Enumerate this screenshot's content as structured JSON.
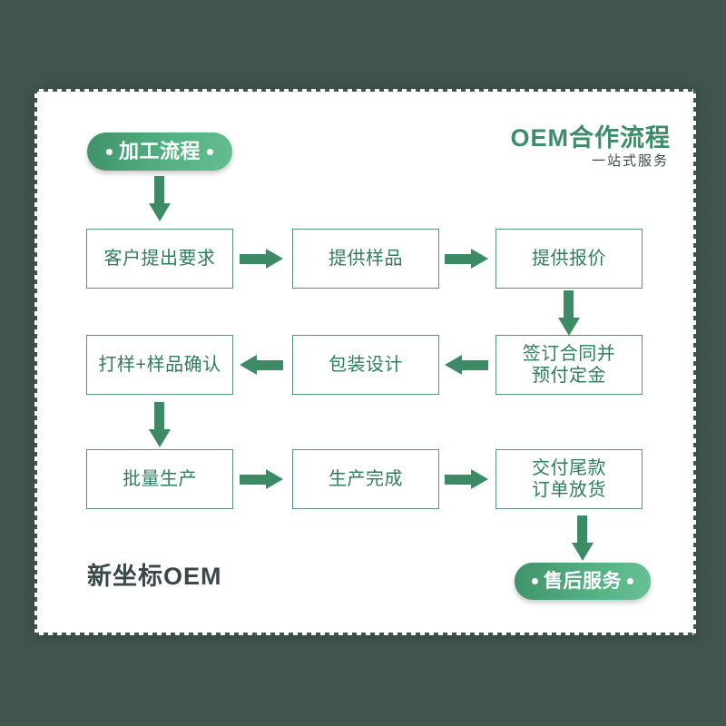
{
  "theme": {
    "page_background": "#41544e",
    "card_background": "#ffffff",
    "accent_green": "#3d8b66",
    "box_border": "#5d9079",
    "box_text": "#2f7d5c",
    "title_green": "#3e8d69",
    "brand_gray": "#39474a",
    "pill_gradient_from": "#3f9268",
    "pill_gradient_to": "#63bd90"
  },
  "header": {
    "badge": {
      "label": "加工流程",
      "left_dot": "bullet-dot-icon",
      "right_dot": "bullet-dot-icon"
    },
    "title": "OEM合作流程",
    "subtitle": "一站式服务"
  },
  "brand": {
    "label": "新坐标OEM"
  },
  "footer_badge": {
    "label": "售后服务",
    "left_dot": "bullet-dot-icon",
    "right_dot": "bullet-dot-icon"
  },
  "flow": {
    "row1": [
      {
        "id": "customer-request",
        "label": "客户提出要求"
      },
      {
        "id": "provide-sample",
        "label": "提供样品"
      },
      {
        "id": "provide-quote",
        "label": "提供报价"
      }
    ],
    "row2": [
      {
        "id": "proofing-sample-confirm",
        "label": "打样+样品确认"
      },
      {
        "id": "packaging-design",
        "label": "包装设计"
      },
      {
        "id": "sign-contract-deposit",
        "label": "签订合同并\n预付定金",
        "line1": "签订合同并",
        "line2": "预付定金"
      }
    ],
    "row3": [
      {
        "id": "mass-production",
        "label": "批量生产"
      },
      {
        "id": "production-complete",
        "label": "生产完成"
      },
      {
        "id": "final-payment-release",
        "label": "交付尾款\n订单放货",
        "line1": "交付尾款",
        "line2": "订单放货"
      }
    ],
    "connectors": [
      {
        "id": "badge-to-row1",
        "direction": "down"
      },
      {
        "id": "row1-a-to-b",
        "direction": "right"
      },
      {
        "id": "row1-b-to-c",
        "direction": "right"
      },
      {
        "id": "row1-to-row2",
        "direction": "down"
      },
      {
        "id": "row2-c-to-b",
        "direction": "left"
      },
      {
        "id": "row2-b-to-a",
        "direction": "left"
      },
      {
        "id": "row2-to-row3",
        "direction": "down"
      },
      {
        "id": "row3-a-to-b",
        "direction": "right"
      },
      {
        "id": "row3-b-to-c",
        "direction": "right"
      },
      {
        "id": "row3-to-footer-badge",
        "direction": "down"
      }
    ]
  }
}
